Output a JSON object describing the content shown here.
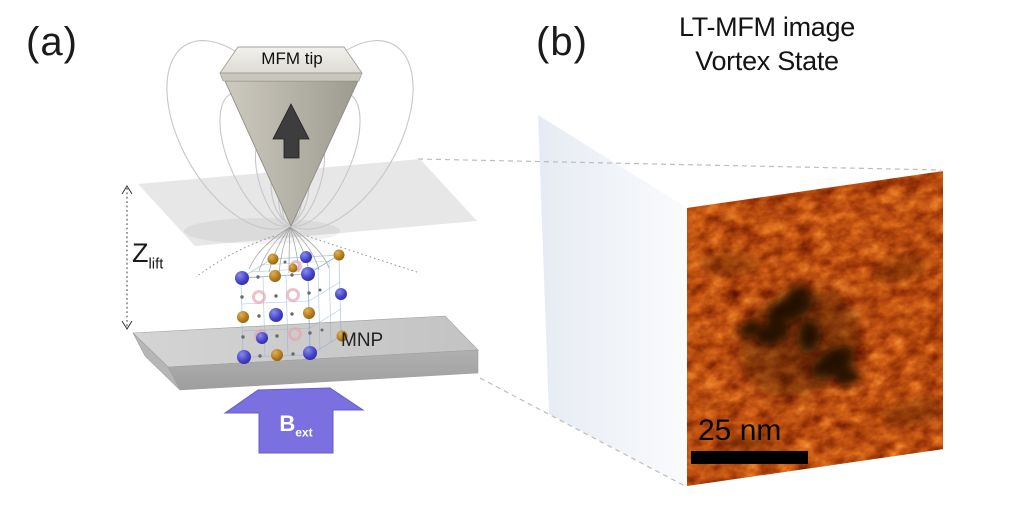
{
  "figure": {
    "panel_a": {
      "label": "(a)",
      "tip_label": "MFM tip",
      "z_lift": {
        "base": "Z",
        "sub": "lift"
      },
      "mnp_label": "MNP",
      "b_ext": {
        "base": "B",
        "sub": "ext"
      }
    },
    "panel_b": {
      "label": "(b)",
      "title_line1": "LT-MFM image",
      "title_line2": "Vortex State",
      "scale_bar": "25 nm"
    }
  },
  "colors": {
    "bext-arrow": "#7b70e0",
    "scalebar": "#000000",
    "dashed-line": "#bdbdbd",
    "field-line": "#c7c7c7",
    "cube-edge": "#82abd6",
    "tip-body": "#b3b0a5",
    "tip-top-face": "#e9e8e3",
    "substrate-gray": "#c9c9c9",
    "atom-blue": "#4343c6",
    "atom-orange": "#b27a1a",
    "ring-pink": "#e7a6b2",
    "mfm-orange-mid": "#c05a16",
    "mfm-vortex-dark": "#1c0a02",
    "projection-plane": "#edf1f7"
  }
}
